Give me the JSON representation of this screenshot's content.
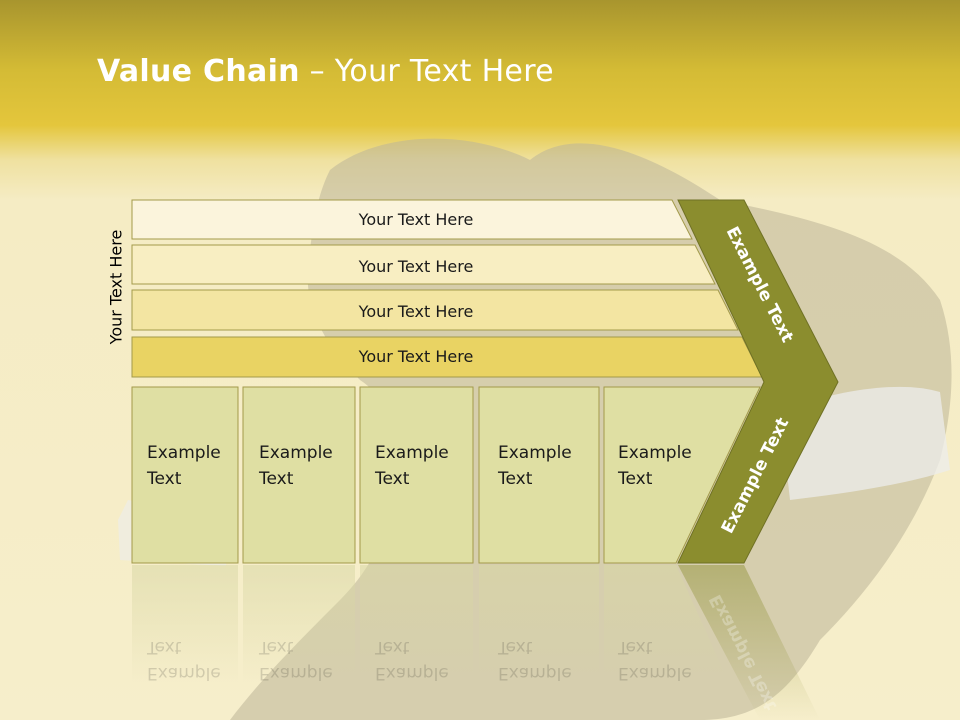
{
  "title": {
    "bold": "Value Chain",
    "rest": " – Your Text Here"
  },
  "side_label": "Your Text Here",
  "bars": [
    "Your Text Here",
    "Your Text Here",
    "Your Text Here",
    "Your Text Here"
  ],
  "cells": [
    {
      "line1": "Example",
      "line2": "Text"
    },
    {
      "line1": "Example",
      "line2": "Text"
    },
    {
      "line1": "Example",
      "line2": "Text"
    },
    {
      "line1": "Example",
      "line2": "Text"
    },
    {
      "line1": "Example",
      "line2": "Text"
    }
  ],
  "chevron": {
    "top_text": "Example Text",
    "bottom_text": "Example Text"
  },
  "colors": {
    "header": "#dcc43c",
    "chevron": "#8b8d2e",
    "bar_1": "#fbf4dc",
    "bar_2": "#f8eec2",
    "bar_3": "#f3e5a2",
    "bar_4": "#e9d363",
    "cell": "#dfdfa3"
  }
}
